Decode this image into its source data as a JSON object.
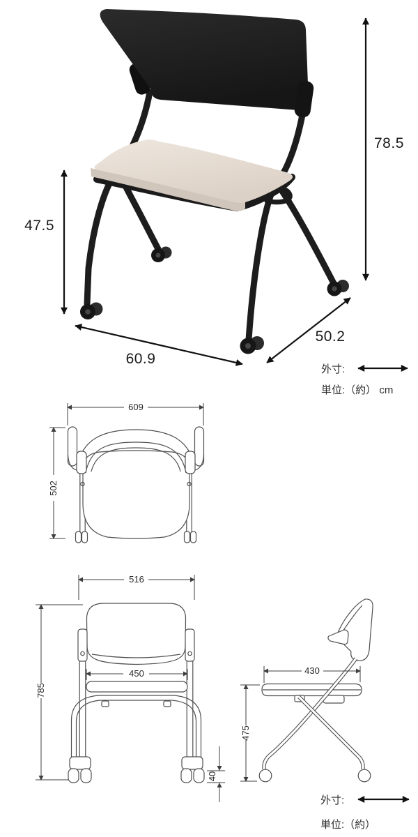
{
  "photo_dims": {
    "height_total": "78.5",
    "seat_height": "47.5",
    "width": "60.9",
    "depth": "50.2"
  },
  "unit_note": {
    "top": {
      "label_dim": "外寸:",
      "label_unit": "単位:（約） cm"
    },
    "bottom": {
      "label_dim": "外寸:",
      "label_unit": "単位:（約）"
    }
  },
  "top_view": {
    "width": "609",
    "depth": "502"
  },
  "front_view": {
    "width_top": "516",
    "seat_width": "450",
    "height": "785",
    "caster_height": "40"
  },
  "side_view": {
    "seat_depth": "430",
    "height": "475"
  },
  "colors": {
    "frame": "#1d1d1d",
    "cushion_top": "#e9e0d8",
    "cushion_side": "#d1c6bc",
    "line": "#4f4f4f"
  }
}
